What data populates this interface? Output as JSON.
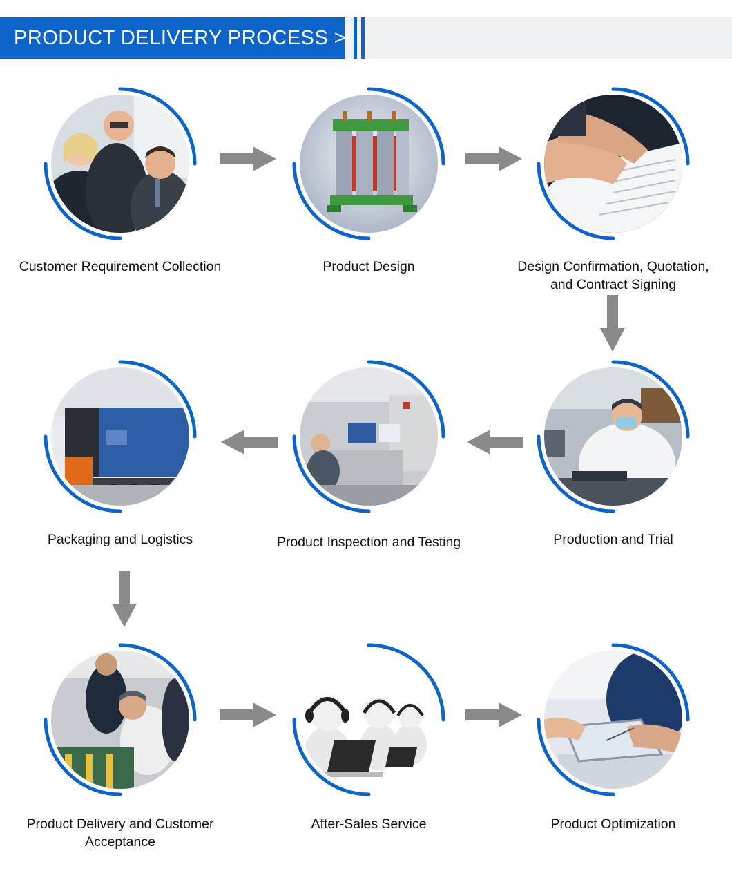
{
  "header": {
    "title": "PRODUCT DELIVERY PROCESS > >"
  },
  "colors": {
    "accent": "#0c64c8",
    "header_background": "#eff0f2",
    "arrow": "#8a8a8a",
    "label_text": "#111111"
  },
  "steps": [
    {
      "label": "Customer Requirement Collection",
      "photo": "business-meeting-photo"
    },
    {
      "label": "Product Design",
      "photo": "transformer-3d-model"
    },
    {
      "label": "Design Confirmation, Quotation, and Contract Signing",
      "photo": "contract-signing-photo"
    },
    {
      "label": "Production and Trial",
      "photo": "factory-worker-photo"
    },
    {
      "label": "Product Inspection and Testing",
      "photo": "test-lab-photo"
    },
    {
      "label": "Packaging and Logistics",
      "photo": "container-truck-photo"
    },
    {
      "label": "Product Delivery and Customer Acceptance",
      "photo": "delivery-inspection-photo"
    },
    {
      "label": "After-Sales Service",
      "photo": "support-agents-photo"
    },
    {
      "label": "Product Optimization",
      "photo": "tablet-analysis-photo"
    }
  ],
  "arrows": [
    "right",
    "right",
    "down",
    "left",
    "left",
    "down",
    "right",
    "right"
  ]
}
